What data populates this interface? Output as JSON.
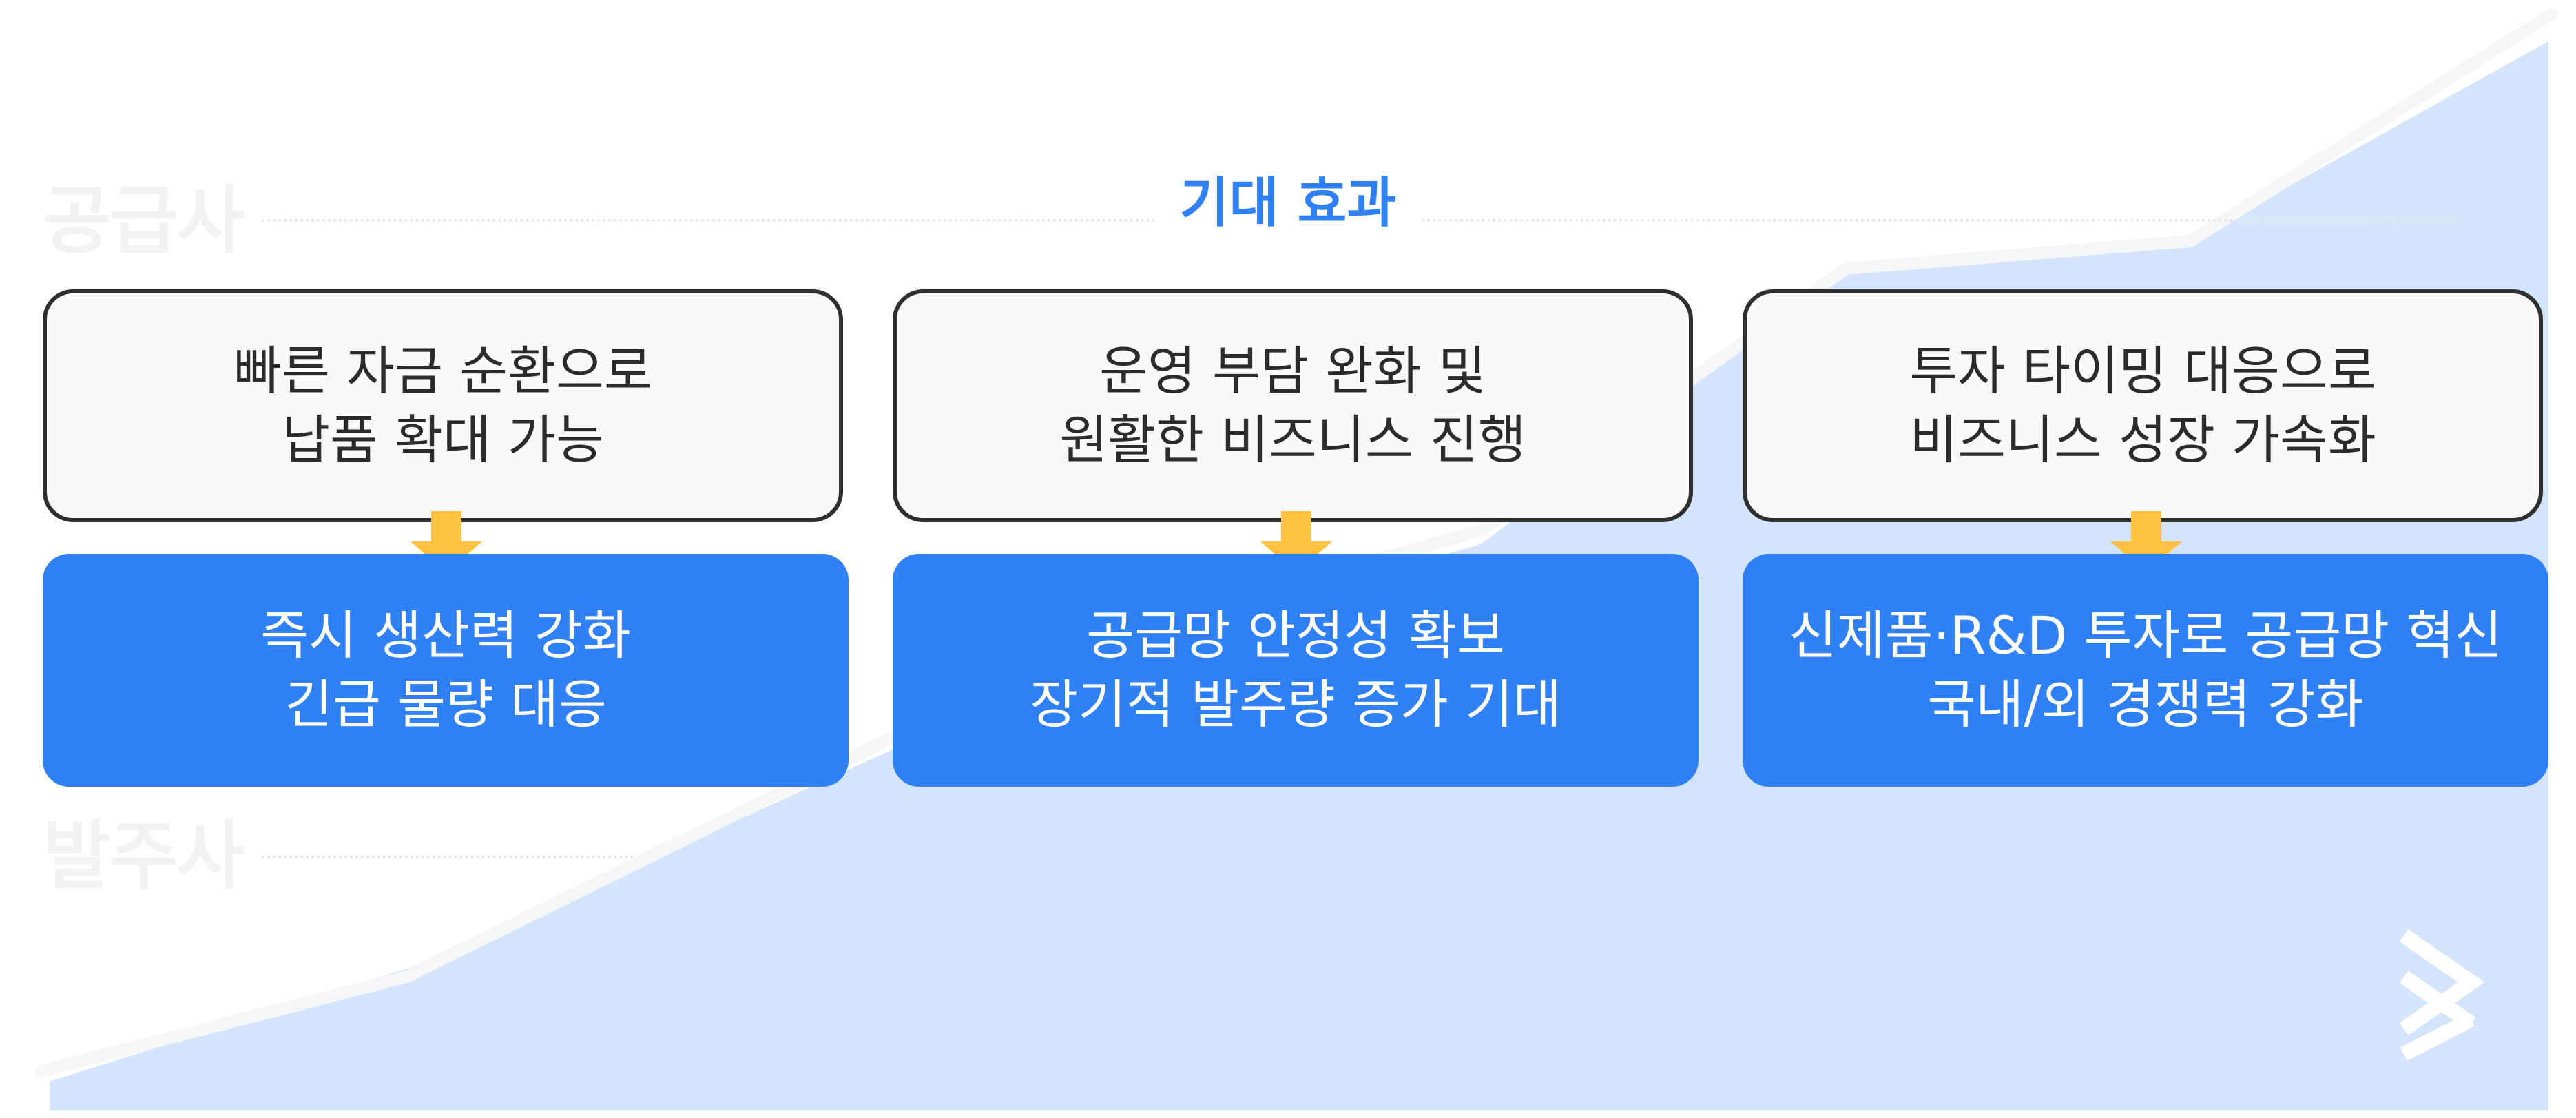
{
  "side_labels": {
    "top": "공급사",
    "bottom": "발주사"
  },
  "section_title": "기대 효과",
  "columns": [
    {
      "top_lines": [
        "빠른 자금 순환으로",
        "납품 확대 가능"
      ],
      "bottom_lines": [
        "즉시 생산력 강화",
        "긴급 물량 대응"
      ]
    },
    {
      "top_lines": [
        "운영 부담 완화 및",
        "원활한 비즈니스 진행"
      ],
      "bottom_lines": [
        "공급망 안정성 확보",
        "장기적 발주량 증가 기대"
      ]
    },
    {
      "top_lines": [
        "투자 타이밍 대응으로",
        "비즈니스 성장 가속화"
      ],
      "bottom_lines": [
        "신제품·R&D 투자로 공급망 혁신",
        "국내/외 경쟁력 강화"
      ]
    }
  ],
  "icons": {
    "connector": "down-arrow-icon",
    "brand": "double-chevron-logo-icon"
  },
  "colors": {
    "accent_blue": "#2f7ff5",
    "background_area": "#d4e4fc",
    "arrow_yellow": "#ffc341",
    "card_border": "#2f2f2f",
    "card_fill": "#f9f9fa"
  }
}
